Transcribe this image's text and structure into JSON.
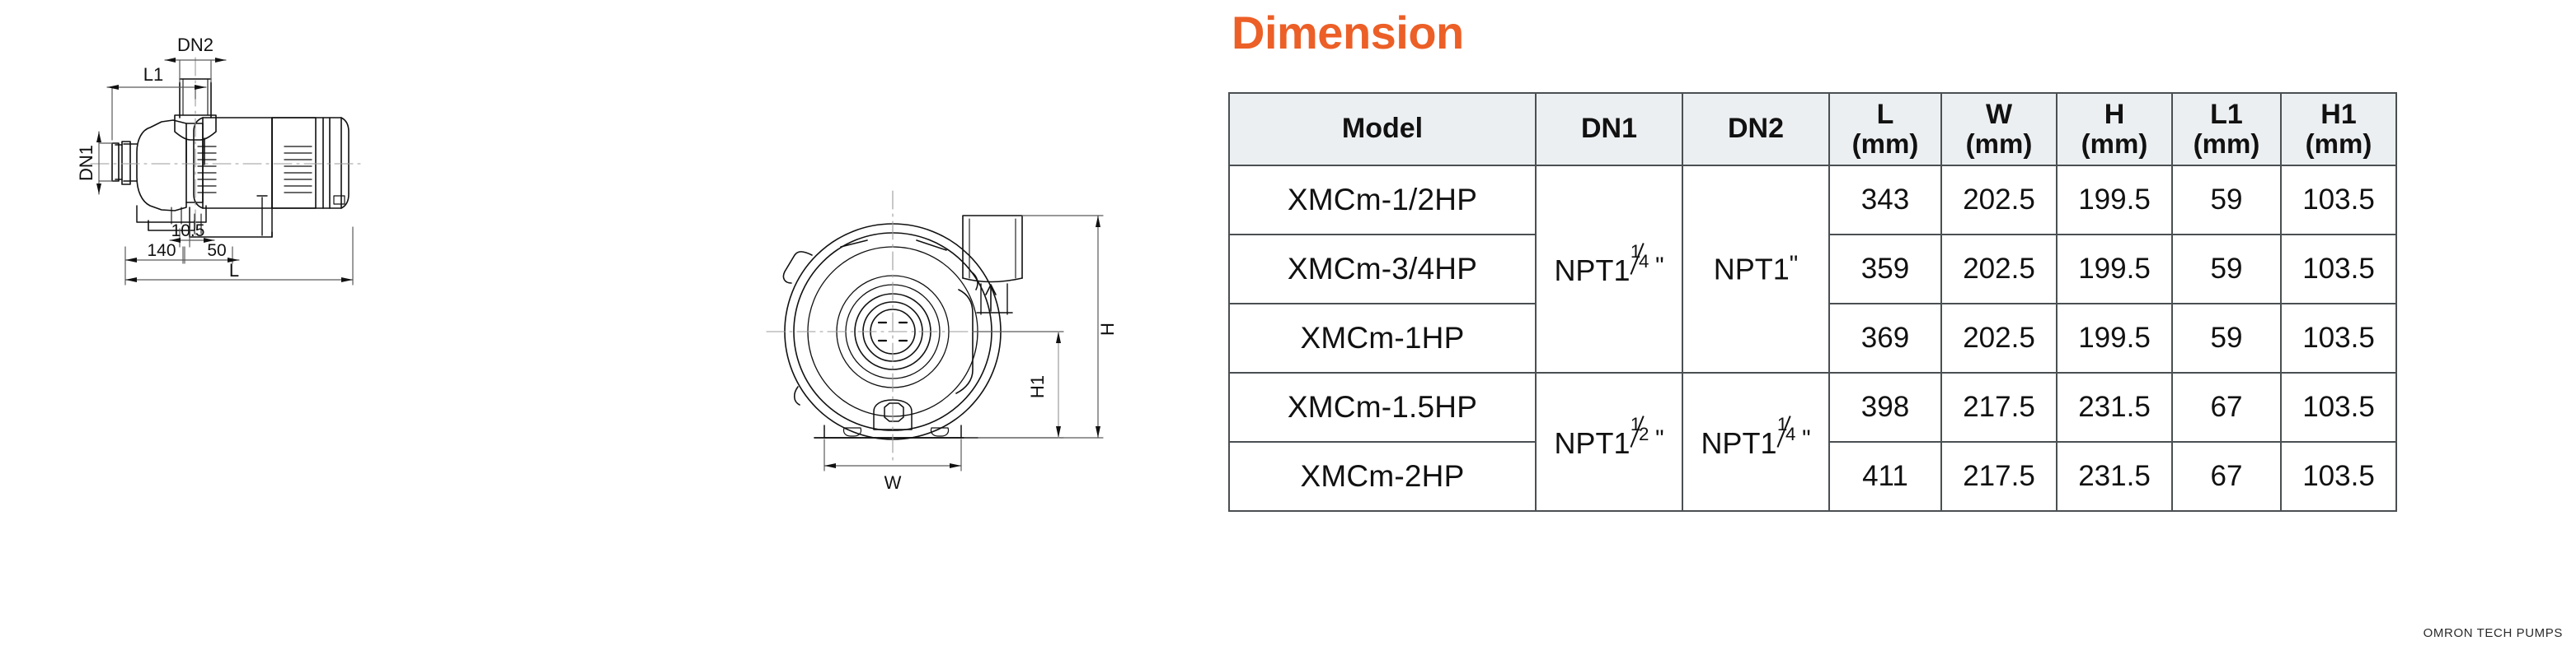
{
  "title": "Dimension",
  "footer_brand": "OMRON TECH PUMPS",
  "accent_color": "#EC5F27",
  "table_border_color": "#4A4F52",
  "header_bg_color": "#ECEFF1",
  "drawing": {
    "labels": {
      "dn1": "DN1",
      "dn2": "DN2",
      "l1": "L1",
      "l": "L",
      "w": "W",
      "h": "H",
      "h1": "H1"
    },
    "dimensions": {
      "d_10_5": "10.5",
      "d_140": "140",
      "d_50": "50"
    }
  },
  "table": {
    "headers": [
      {
        "label": "Model",
        "unit": ""
      },
      {
        "label": "DN1",
        "unit": ""
      },
      {
        "label": "DN2",
        "unit": ""
      },
      {
        "label": "L",
        "unit": "(mm)"
      },
      {
        "label": "W",
        "unit": "(mm)"
      },
      {
        "label": "H",
        "unit": "(mm)"
      },
      {
        "label": "L1",
        "unit": "(mm)"
      },
      {
        "label": "H1",
        "unit": "(mm)"
      }
    ],
    "dn_groups": [
      {
        "dn1_prefix": "NPT1",
        "dn1_num": "1",
        "dn1_den": "4",
        "dn2_prefix": "NPT1",
        "dn2_num": "",
        "dn2_den": "",
        "rowspan": 3
      },
      {
        "dn1_prefix": "NPT1",
        "dn1_num": "1",
        "dn1_den": "2",
        "dn2_prefix": "NPT1",
        "dn2_num": "1",
        "dn2_den": "4",
        "rowspan": 2
      }
    ],
    "rows": [
      {
        "model": "XMCm-1/2HP",
        "L": "343",
        "W": "202.5",
        "H": "199.5",
        "L1": "59",
        "H1": "103.5"
      },
      {
        "model": "XMCm-3/4HP",
        "L": "359",
        "W": "202.5",
        "H": "199.5",
        "L1": "59",
        "H1": "103.5"
      },
      {
        "model": "XMCm-1HP",
        "L": "369",
        "W": "202.5",
        "H": "199.5",
        "L1": "59",
        "H1": "103.5"
      },
      {
        "model": "XMCm-1.5HP",
        "L": "398",
        "W": "217.5",
        "H": "231.5",
        "L1": "67",
        "H1": "103.5"
      },
      {
        "model": "XMCm-2HP",
        "L": "411",
        "W": "217.5",
        "H": "231.5",
        "L1": "67",
        "H1": "103.5"
      }
    ]
  }
}
